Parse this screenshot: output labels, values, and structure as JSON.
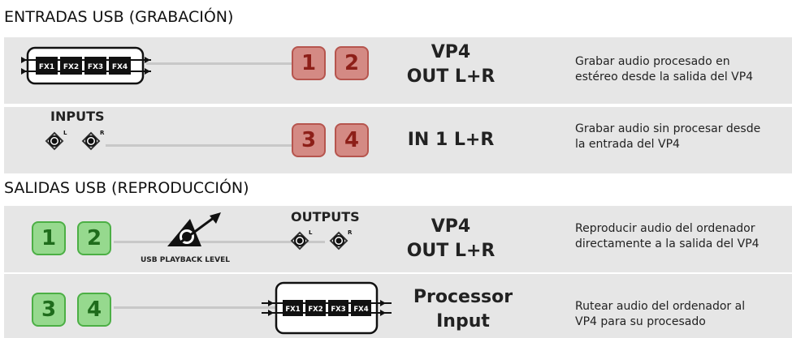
{
  "inputs_section": {
    "title": "ENTRADAS USB (GRABACIÓN)",
    "rows": [
      {
        "channels": [
          "1",
          "2"
        ],
        "dest_line1": "VP4",
        "dest_line2": "OUT L+R",
        "desc_line1": "Grabar audio procesado en",
        "desc_line2": "estéreo desde la salida del VP4"
      },
      {
        "source_label": "INPUTS",
        "jack_l": "L",
        "jack_r": "R",
        "channels": [
          "3",
          "4"
        ],
        "dest_line1": "IN 1 L+R",
        "desc_line1": "Grabar audio sin procesar desde",
        "desc_line2": "la entrada del VP4"
      }
    ]
  },
  "outputs_section": {
    "title": "SALIDAS USB (REPRODUCCIÓN)",
    "rows": [
      {
        "channels": [
          "1",
          "2"
        ],
        "knob_label": "USB PLAYBACK LEVEL",
        "outputs_label": "OUTPUTS",
        "jack_l": "L",
        "jack_r": "R",
        "dest_line1": "VP4",
        "dest_line2": "OUT L+R",
        "desc_line1": "Reproducir audio del ordenador",
        "desc_line2": "directamente a la salida del VP4"
      },
      {
        "channels": [
          "3",
          "4"
        ],
        "dest_line1": "Processor",
        "dest_line2": "Input",
        "desc_line1": "Rutear audio del ordenador al",
        "desc_line2": "VP4 para su procesado"
      }
    ]
  },
  "fx_chain": [
    "FX1",
    "FX2",
    "FX3",
    "FX4"
  ],
  "colors": {
    "record_chip": "#d48a84",
    "playback_chip": "#96d98e",
    "band": "#e6e6e6"
  }
}
